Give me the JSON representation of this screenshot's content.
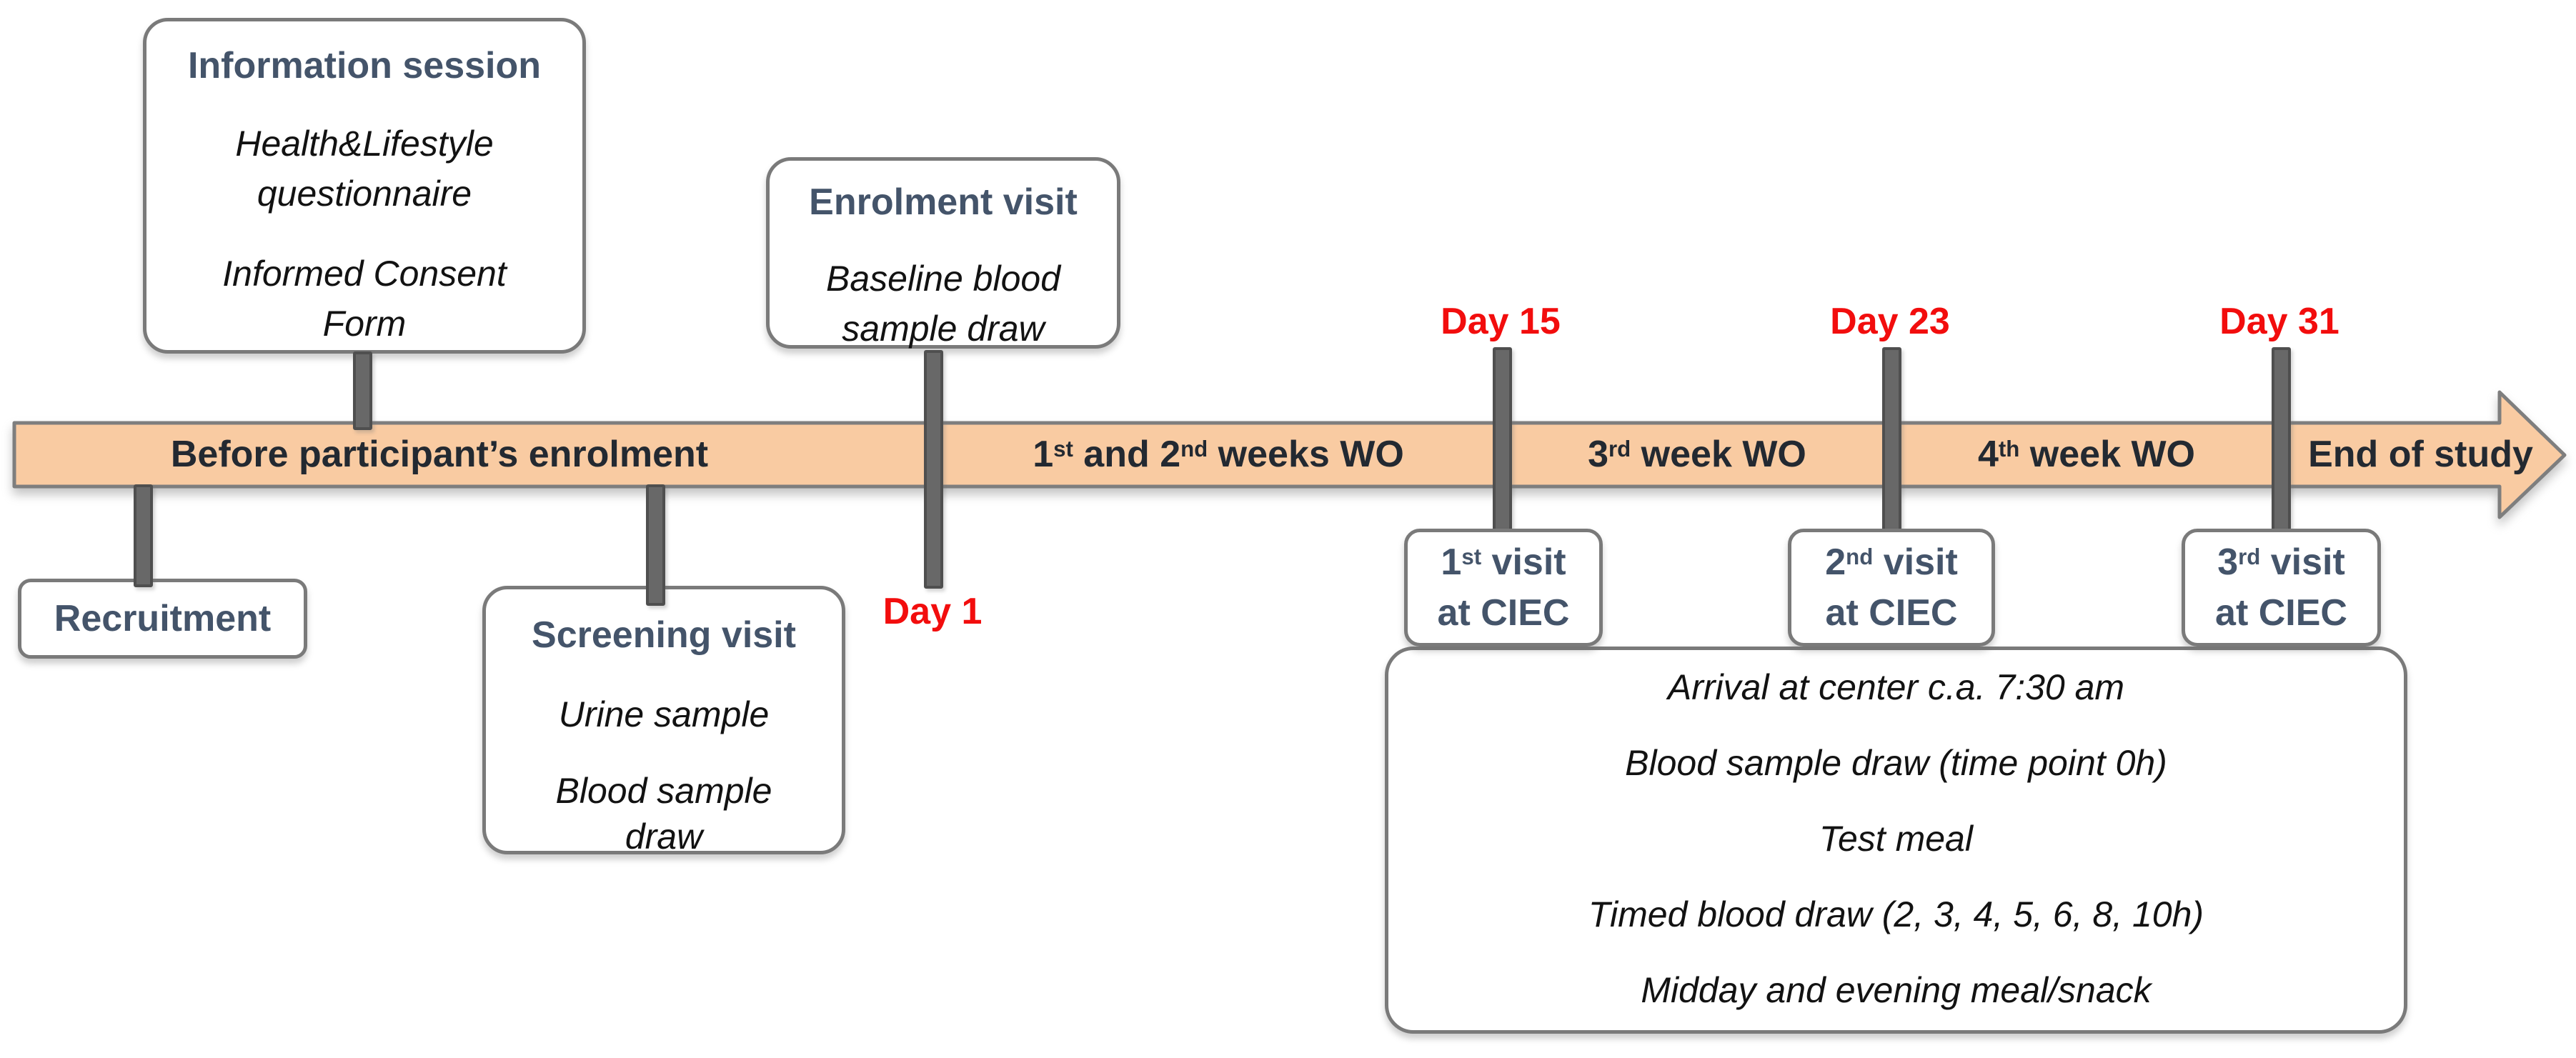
{
  "colors": {
    "band_fill": "#F9CBA2",
    "band_stroke": "#7E7E7E",
    "band_text": "#232931",
    "title_color": "#44546A",
    "day_color": "#F20D0D",
    "body_text": "#121212",
    "tick_fill": "#686868",
    "tick_edge": "#4F4F4F",
    "box_border": "#7A7A7A"
  },
  "band": {
    "seg_before": "Before participant’s enrolment",
    "seg_weeks12": {
      "n1": "1",
      "s1": "st",
      "mid": " and 2",
      "s2": "nd",
      "tail": " weeks WO"
    },
    "seg_week3": {
      "n": "3",
      "s": "rd",
      "tail": " week WO"
    },
    "seg_week4": {
      "n": "4",
      "s": "th",
      "tail": " week WO"
    },
    "seg_end": "End of study"
  },
  "days": {
    "day1": "Day 1",
    "day15": "Day 15",
    "day23": "Day 23",
    "day31": "Day 31"
  },
  "boxes": {
    "information": {
      "title": "Information session",
      "para1": [
        "Health&Lifestyle",
        "questionnaire"
      ],
      "para2": [
        "Informed Consent",
        "Form"
      ]
    },
    "enrolment": {
      "title": "Enrolment visit",
      "para1": [
        "Baseline blood",
        "sample draw"
      ]
    },
    "recruitment": {
      "title": "Recruitment"
    },
    "screening": {
      "title": "Screening visit",
      "para1": [
        "Urine sample"
      ],
      "para2": [
        "Blood sample",
        "draw"
      ]
    },
    "visit1": {
      "n": "1",
      "s": "st",
      "tail": " visit",
      "line2": "at CIEC"
    },
    "visit2": {
      "n": "2",
      "s": "nd",
      "tail": " visit",
      "line2": "at CIEC"
    },
    "visit3": {
      "n": "3",
      "s": "rd",
      "tail": " visit",
      "line2": "at CIEC"
    },
    "ciec_day": {
      "lines": [
        "Arrival at center c.a. 7:30 am",
        "Blood sample draw (time point 0h)",
        "Test meal",
        "Timed blood draw (2, 3, 4, 5, 6, 8, 10h)",
        "Midday and evening meal/snack"
      ]
    }
  }
}
